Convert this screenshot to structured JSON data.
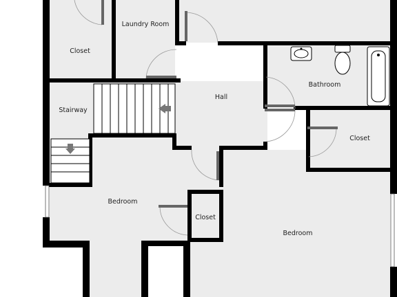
{
  "plan": {
    "rooms": [
      {
        "id": "closet-top-left",
        "label": "Closet"
      },
      {
        "id": "laundry-room",
        "label": "Laundry Room"
      },
      {
        "id": "hall",
        "label": "Hall"
      },
      {
        "id": "bathroom",
        "label": "Bathroom"
      },
      {
        "id": "stairway",
        "label": "Stairway"
      },
      {
        "id": "closet-right",
        "label": "Closet"
      },
      {
        "id": "bedroom-left",
        "label": "Bedroom"
      },
      {
        "id": "closet-center",
        "label": "Closet"
      },
      {
        "id": "bedroom-right",
        "label": "Bedroom"
      }
    ],
    "colors": {
      "floor": "#ececec",
      "wall": "#000000",
      "door": "#666666",
      "background": "#ffffff"
    }
  }
}
